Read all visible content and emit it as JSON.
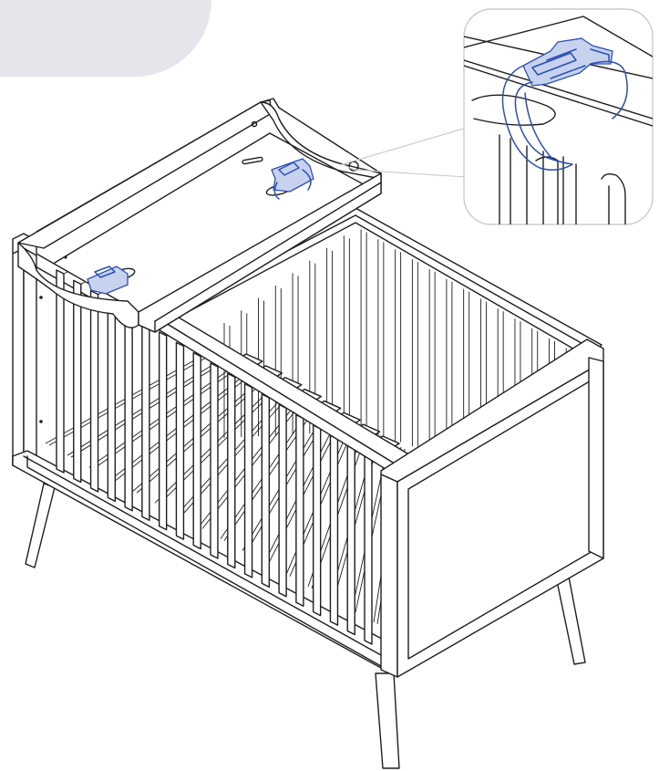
{
  "colors": {
    "corner_tab": "#e4e6ec",
    "line": "#1e1e1e",
    "strap": "#2b4fb8",
    "strap_fill": "#c7d2ef",
    "callout_border": "#c9ccd2",
    "callout_connector": "#c9ccd2"
  },
  "icons": {
    "crib": "crib-illustration",
    "changing_tray": "changing-tray",
    "strap_buckle": "strap-buckle-icon",
    "detail_callout": "magnified-detail-callout"
  }
}
